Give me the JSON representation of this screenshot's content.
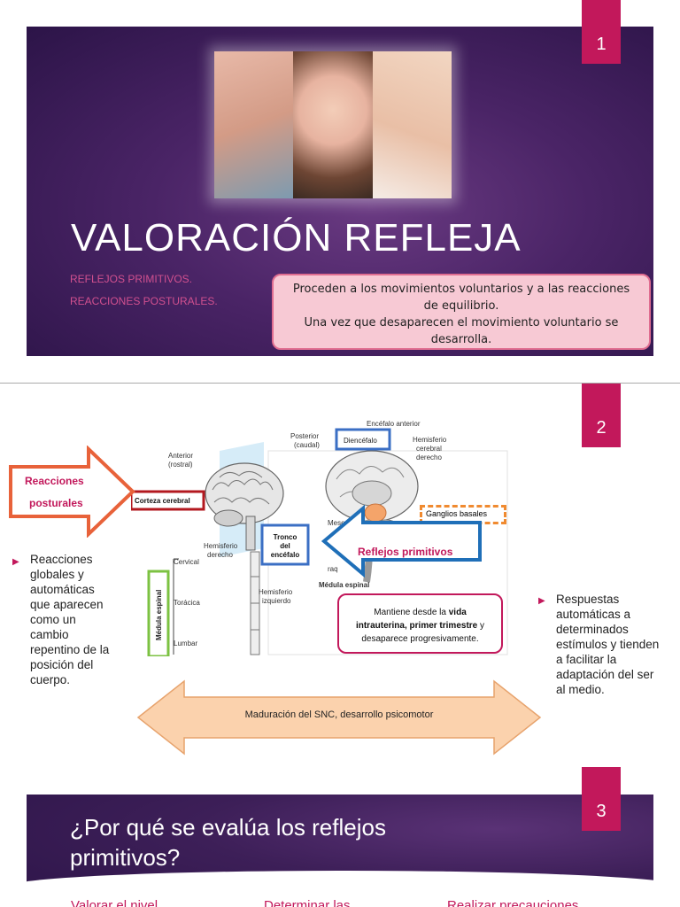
{
  "slide1": {
    "page_number": "1",
    "title": "VALORACIÓN REFLEJA",
    "subtitles": [
      "REFLEJOS PRIMITIVOS.",
      "REACCIONES POSTURALES."
    ],
    "callout_lines": [
      "Proceden a los movimientos voluntarios y a las reacciones",
      "de equilibrio.",
      "Una vez que desaparecen el movimiento voluntario se",
      "desarrolla."
    ]
  },
  "slide2": {
    "page_number": "2",
    "arrow_left_label_1": "Reacciones",
    "arrow_left_label_2": "posturales",
    "arrow_right_label": "Reflejos primitivos",
    "mantiene_pre": "Mantiene desde la",
    "mantiene_vida": "vida",
    "mantiene_line2_bold": "intrauterina, primer trimestre",
    "mantiene_line2_tail": "y",
    "mantiene_line3": "desaparece progresivamente.",
    "maduracion": "Maduración del SNC, desarrollo psicomotor",
    "left_lines": [
      "Reacciones",
      "globales y",
      "automáticas",
      "que aparecen",
      "como un",
      "cambio",
      "repentino de la",
      "posición del",
      "cuerpo."
    ],
    "right_lines": [
      "Respuestas",
      "automáticas a",
      "determinados",
      "estímulos y tienden",
      "a facilitar la",
      "adaptación del ser",
      "al medio."
    ],
    "figure_labels": {
      "encefalo_anterior": "Encéfalo anterior",
      "posterior": "Posterior",
      "caudal": "(caudal)",
      "diencefalo": "Diencéfalo",
      "hemisferio_cerebral": "Hemisferio",
      "cerebral": "cerebral",
      "derecho": "derecho",
      "anterior": "Anterior",
      "rostral": "(rostral)",
      "corteza": "Corteza cerebral",
      "ganglios": "Ganglios basales",
      "mesencefalo": "Mesencéfalo",
      "tronco1": "Tronco",
      "tronco2": "del",
      "tronco3": "encéfalo",
      "hemisferio_derecho": "Hemisferio",
      "derecho2": "derecho",
      "hemisferio_izq": "Hemisferio",
      "izquierdo": "izquierdo",
      "cervical": "Cervical",
      "toracica": "Torácica",
      "lumbar": "Lumbar",
      "medula_espinal": "Médula espinal",
      "medula_vertical": "Médula espinal",
      "raq": "raq"
    }
  },
  "slide3": {
    "page_number": "3",
    "title_line1": "¿Por qué se evalúa los reflejos",
    "title_line2": "primitivos?",
    "fragments": [
      "Valorar el nivel",
      "Determinar las",
      "Realizar precauciones"
    ]
  },
  "colors": {
    "accent": "#c2185b",
    "slide_bg": "#4a2466",
    "callout_bg": "#f7c9d4",
    "arrow_orange": "#e8623a",
    "arrow_blue": "#1f6fb8",
    "ganglios_orange": "#f08a30",
    "medula_green": "#7cc242",
    "double_arrow_fill": "#fbd2ad"
  }
}
